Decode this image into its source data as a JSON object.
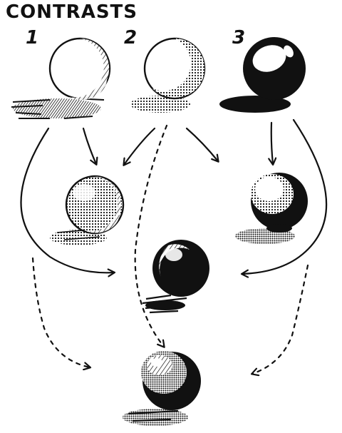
{
  "title": "CONTRASTS",
  "labels": [
    "1",
    "2",
    "3"
  ],
  "colors": {
    "ink": "#111111",
    "paper": "#ffffff"
  }
}
